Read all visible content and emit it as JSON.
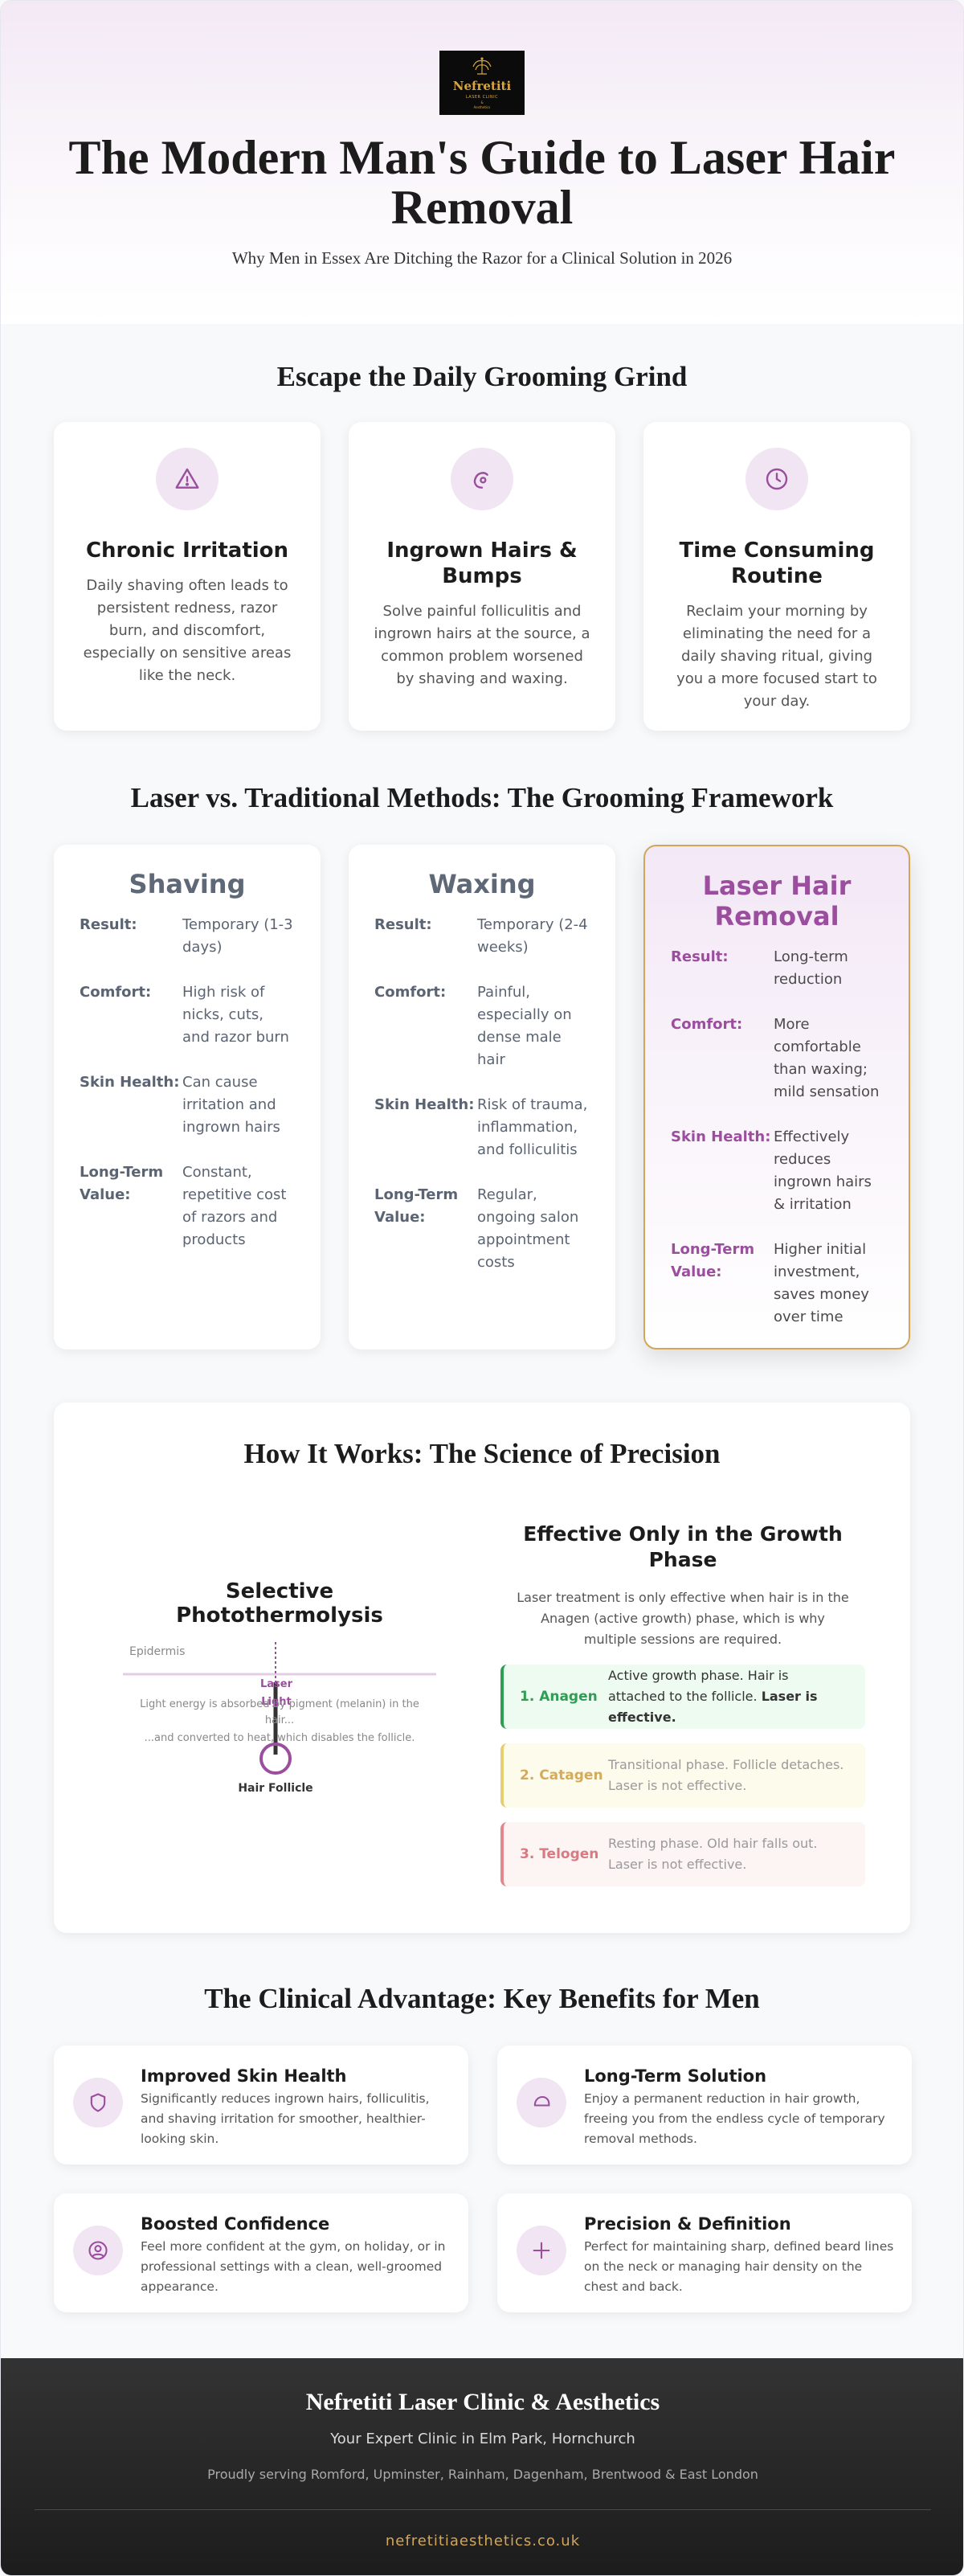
{
  "colors": {
    "accent": "#9a4e9d",
    "gold": "#d1a65b",
    "anagen": "#2e9e55",
    "catagen": "#d4ab5b",
    "telogen": "#d97a82"
  },
  "hero": {
    "logo_name": "Nefretiti",
    "logo_sub": "LASER CLINIC",
    "logo_sub2": "&",
    "logo_sub3": "Aesthetics",
    "title": "The Modern Man's Guide to Laser Hair Removal",
    "subtitle": "Why Men in Essex Are Ditching the Razor for a Clinical Solution in 2026"
  },
  "problems": {
    "title": "Escape the Daily Grooming Grind",
    "cards": [
      {
        "icon": "warning-icon",
        "heading": "Chronic Irritation",
        "text": "Daily shaving often leads to persistent redness, razor burn, and discomfort, especially on sensitive areas like the neck."
      },
      {
        "icon": "ingrown-hair-icon",
        "heading": "Ingrown Hairs & Bumps",
        "text": "Solve painful folliculitis and ingrown hairs at the source, a common problem worsened by shaving and waxing."
      },
      {
        "icon": "clock-icon",
        "heading": "Time Consuming Routine",
        "text": "Reclaim your morning by eliminating the need for a daily shaving ritual, giving you a more focused start to your day."
      }
    ]
  },
  "comparison": {
    "title": "Laser vs. Traditional Methods: The Grooming Framework",
    "cards": [
      {
        "heading": "Shaving",
        "rows": [
          {
            "label": "Result:",
            "value": "Temporary (1-3 days)"
          },
          {
            "label": "Comfort:",
            "value": "High risk of nicks, cuts, and razor burn"
          },
          {
            "label": "Skin Health:",
            "value": "Can cause irritation and ingrown hairs"
          },
          {
            "label": "Long-Term Value:",
            "value": "Constant, repetitive cost of razors and products"
          }
        ]
      },
      {
        "heading": "Waxing",
        "rows": [
          {
            "label": "Result:",
            "value": "Temporary (2-4 weeks)"
          },
          {
            "label": "Comfort:",
            "value": "Painful, especially on dense male hair"
          },
          {
            "label": "Skin Health:",
            "value": "Risk of trauma, inflammation, and folliculitis"
          },
          {
            "label": "Long-Term Value:",
            "value": "Regular, ongoing salon appointment costs"
          }
        ]
      },
      {
        "heading": "Laser Hair Removal",
        "rows": [
          {
            "label": "Result:",
            "value": "Long-term reduction"
          },
          {
            "label": "Comfort:",
            "value": "More comfortable than waxing; mild sensation"
          },
          {
            "label": "Skin Health:",
            "value": "Effectively reduces ingrown hairs & irritation"
          },
          {
            "label": "Long-Term Value:",
            "value": "Higher initial investment, saves money over time"
          }
        ]
      }
    ]
  },
  "science": {
    "title": "How It Works: The Science of Precision",
    "left_heading": "Selective Photothermolysis",
    "epidermis": "Epidermis",
    "laser_label": "Laser Light",
    "absorb_text": "Light energy is absorbed by pigment (melanin) in the hair...",
    "heat_text": "...and converted to heat, which disables the follicle.",
    "follicle_label": "Hair Follicle",
    "right_heading": "Effective Only in the Growth Phase",
    "right_desc": "Laser treatment is only effective when hair is in the Anagen (active growth) phase, which is why multiple sessions are required.",
    "phases": [
      {
        "name": "1. Anagen",
        "desc": "Active growth phase. Hair is attached to the follicle. ",
        "strong": "Laser is effective."
      },
      {
        "name": "2. Catagen",
        "desc": "Transitional phase. Follicle detaches. Laser is not effective."
      },
      {
        "name": "3. Telogen",
        "desc": "Resting phase. Old hair falls out. Laser is not effective."
      }
    ]
  },
  "benefits": {
    "title": "The Clinical Advantage: Key Benefits for Men",
    "items": [
      {
        "icon": "shield-icon",
        "heading": "Improved Skin Health",
        "text": "Significantly reduces ingrown hairs, folliculitis, and shaving irritation for smoother, healthier-looking skin."
      },
      {
        "icon": "loop-icon",
        "heading": "Long-Term Solution",
        "text": "Enjoy a permanent reduction in hair growth, freeing you from the endless cycle of temporary removal methods."
      },
      {
        "icon": "user-circle-icon",
        "heading": "Boosted Confidence",
        "text": "Feel more confident at the gym, on holiday, or in professional settings with a clean, well-groomed appearance."
      },
      {
        "icon": "plus-icon",
        "heading": "Precision & Definition",
        "text": "Perfect for maintaining sharp, defined beard lines on the neck or managing hair density on the chest and back."
      }
    ]
  },
  "footer": {
    "clinic_name": "Nefretiti Laser Clinic & Aesthetics",
    "tagline": "Your Expert Clinic in Elm Park, Hornchurch",
    "areas": "Proudly serving Romford, Upminster, Rainham, Dagenham, Brentwood & East London",
    "website": "nefretitiaesthetics.co.uk"
  }
}
